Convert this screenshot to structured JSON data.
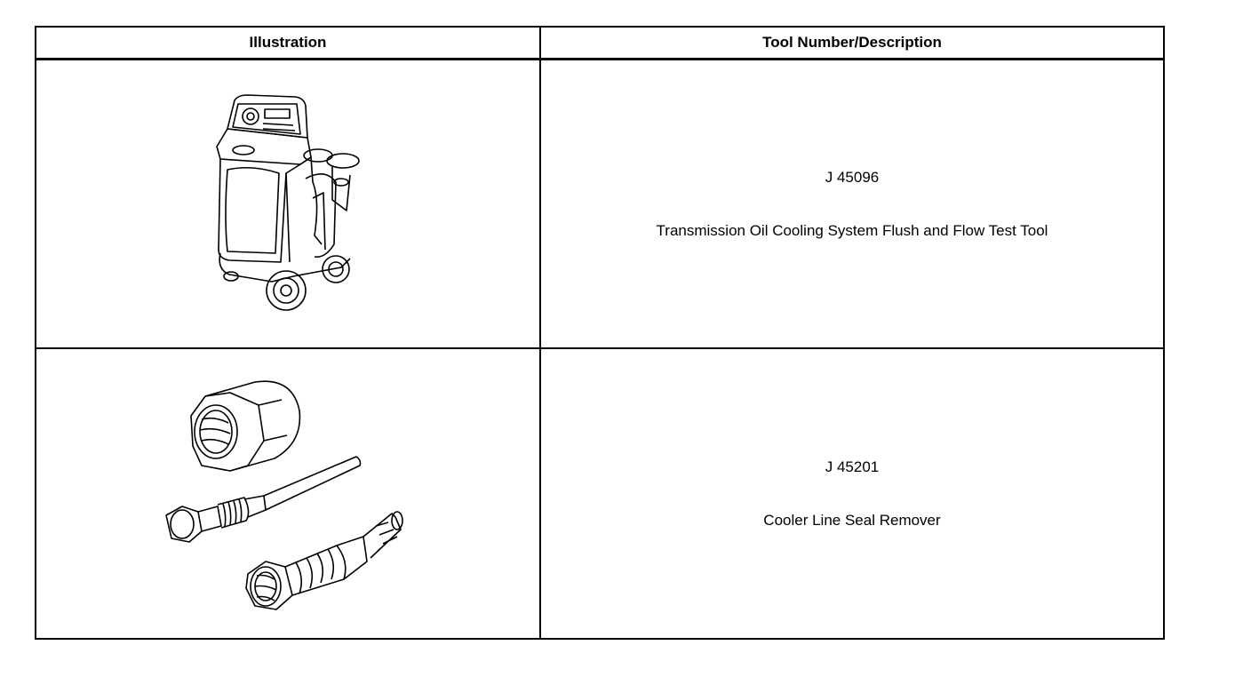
{
  "table": {
    "headers": [
      "Illustration",
      "Tool Number/Description"
    ],
    "rows": [
      {
        "illustration": "flush-and-flow-test-cart",
        "tool_number": "J 45096",
        "description": "Transmission Oil Cooling System Flush and Flow Test Tool"
      },
      {
        "illustration": "cooler-line-seal-remover-parts",
        "tool_number": "J 45201",
        "description": "Cooler Line Seal Remover"
      }
    ]
  }
}
